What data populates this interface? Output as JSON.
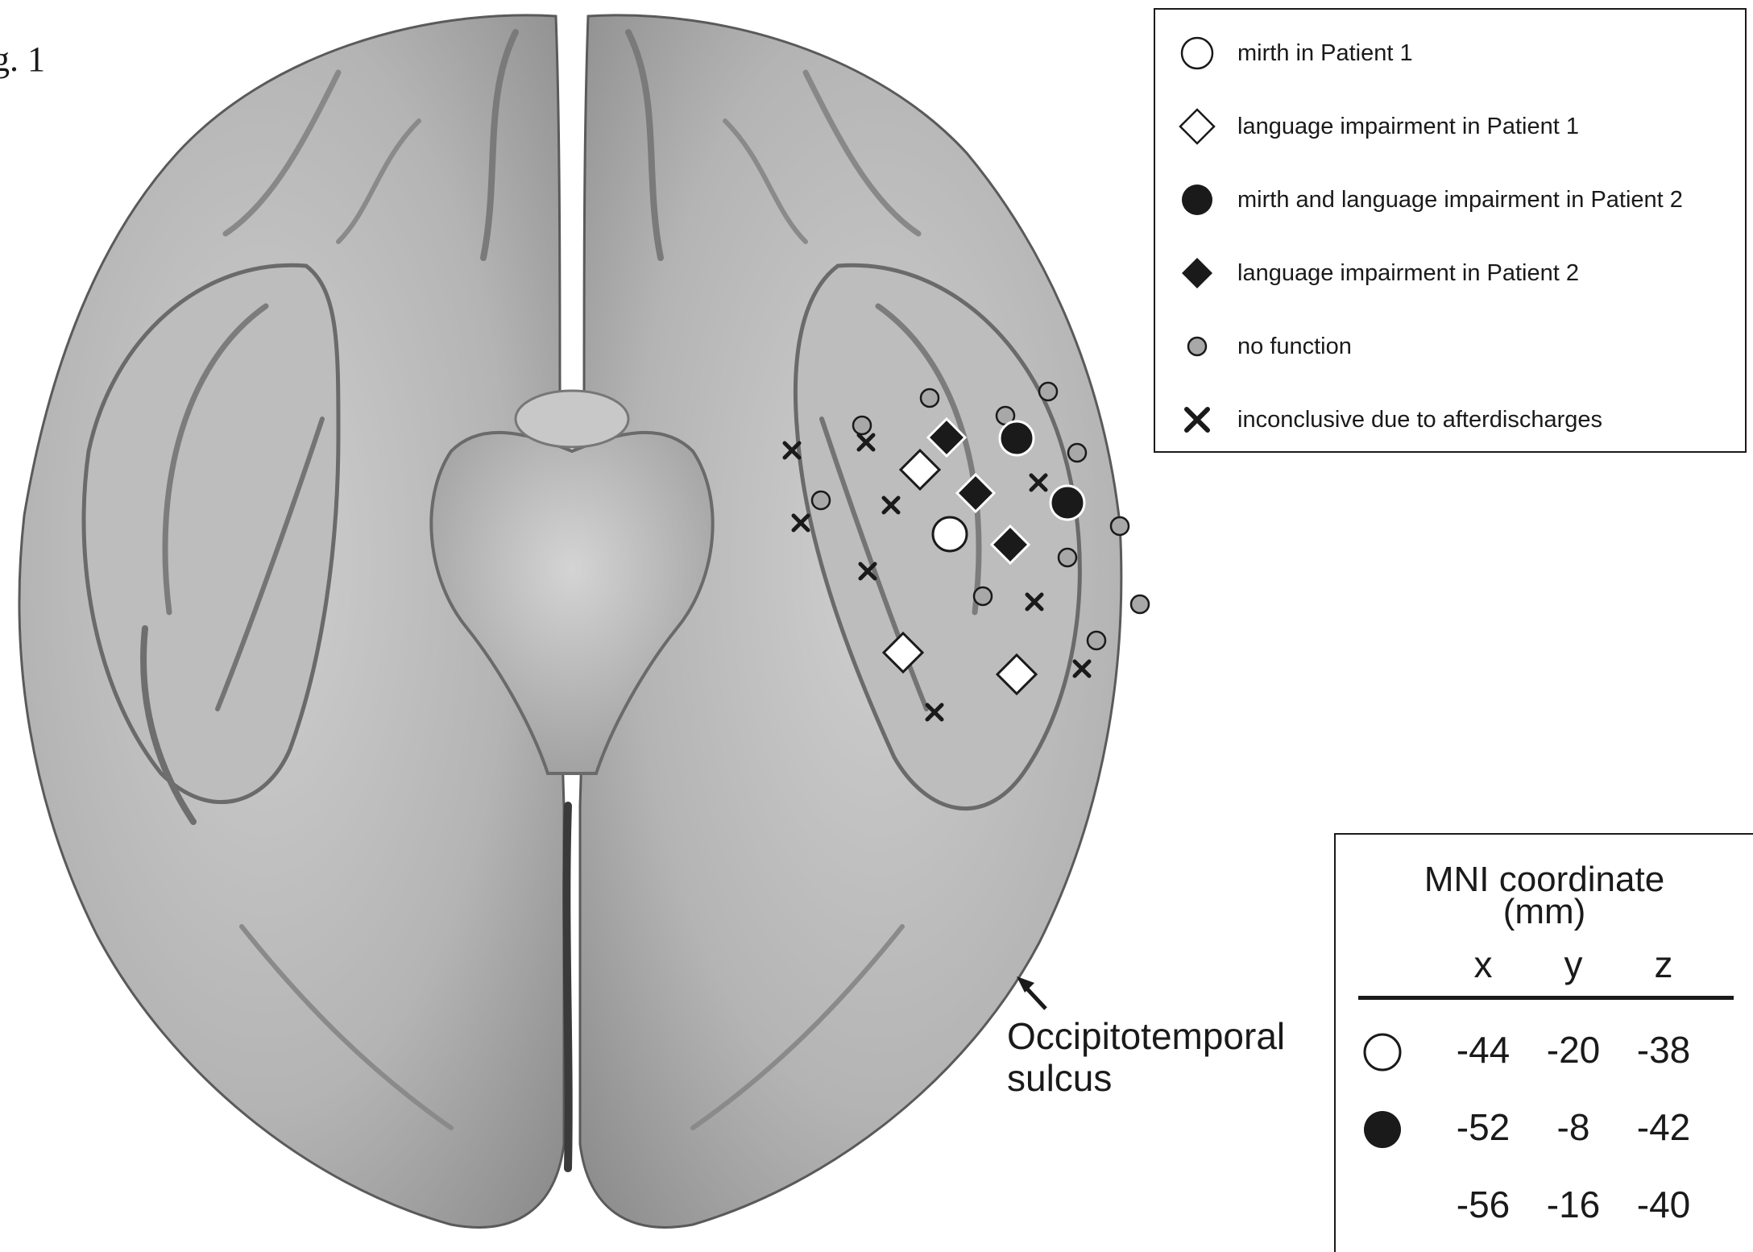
{
  "figure_label": "g. 1",
  "legend": [
    {
      "id": "open-circle",
      "label": "mirth in Patient 1"
    },
    {
      "id": "open-diamond",
      "label": "language impairment in Patient 1"
    },
    {
      "id": "filled-circle",
      "label": "mirth and language impairment in Patient 2"
    },
    {
      "id": "filled-diamond",
      "label": "language impairment in Patient 2"
    },
    {
      "id": "gray-small-circle",
      "label": "no function"
    },
    {
      "id": "cross",
      "label": "inconclusive due to afterdischarges"
    }
  ],
  "annotation": {
    "line1": "Occipitotemporal",
    "line2": "sulcus"
  },
  "mni_table": {
    "title_line1": "MNI coordinate",
    "title_line2": "(mm)",
    "headers": [
      "x",
      "y",
      "z"
    ],
    "rows": [
      {
        "marker": "open-circle",
        "values": [
          "-44",
          "-20",
          "-38"
        ]
      },
      {
        "marker": "filled-circle",
        "values": [
          "-52",
          "-8",
          "-42"
        ]
      },
      {
        "marker": "",
        "values": [
          "-56",
          "-16",
          "-40"
        ]
      }
    ]
  },
  "colors": {
    "brain_fill": "#b4b4b4",
    "brain_shadow": "#7e7e7e",
    "marker_dark": "#1a1a1a",
    "marker_gray": "#a8a8a8"
  }
}
